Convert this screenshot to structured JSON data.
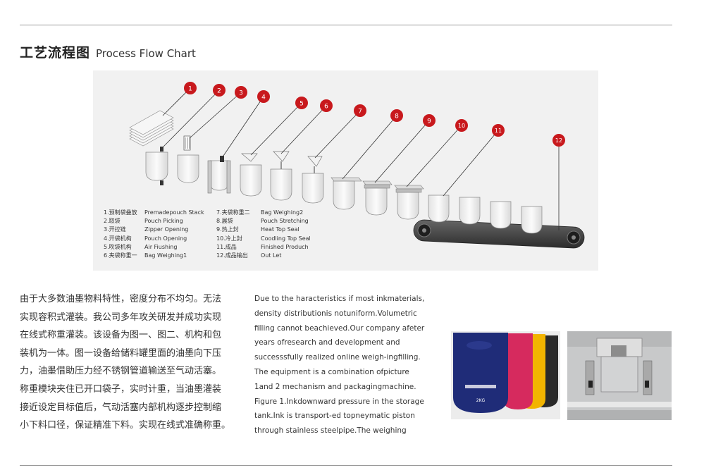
{
  "header": {
    "title_zh": "工艺流程图",
    "title_en": "Process Flow Chart"
  },
  "steps": [
    {
      "num": "1",
      "zh": "1.预制袋叠放",
      "en": "Premadepouch Stack"
    },
    {
      "num": "2",
      "zh": "2.取袋",
      "en": "Pouch Picking"
    },
    {
      "num": "3",
      "zh": "3.开拉链",
      "en": "Zipper Opening"
    },
    {
      "num": "4",
      "zh": "4.开袋机构",
      "en": "Pouch Opening"
    },
    {
      "num": "5",
      "zh": "5.吹袋机构",
      "en": "Air Fiushing"
    },
    {
      "num": "6",
      "zh": "6.夹袋称重一",
      "en": "Bag Weighing1"
    },
    {
      "num": "7",
      "zh": "7.夹袋称重二",
      "en": "Bag Weighing2"
    },
    {
      "num": "8",
      "zh": "8.展袋",
      "en": "Pouch Stretching"
    },
    {
      "num": "9",
      "zh": "9.热上封",
      "en": "Heat Top Seal"
    },
    {
      "num": "10",
      "zh": "10.冷上封",
      "en": "Coodling Top Seal"
    },
    {
      "num": "11",
      "zh": "11.成品",
      "en": "Finished Produch"
    },
    {
      "num": "12",
      "zh": "12.成品输出",
      "en": "Out Let"
    }
  ],
  "body": {
    "zh_lines": [
      "由于大多数油墨物料特性，密度分布不均匀。无法",
      "实现容积式灌装。我公司多年攻关研发并成功实现",
      "在线式称重灌装。该设备为图一、图二、机构和包",
      "装机为一体。图一设备给储料罐里面的油墨向下压",
      "力，油墨借助压力经不锈钢管道输送至气动活塞。",
      "称重模块夹住已开口袋子，实时计重，当油墨灌装",
      "接近设定目标值后，气动活塞内部机构逐步控制缩",
      "小下料口径，保证精准下料。实现在线式准确称重。"
    ],
    "en_lines": [
      "Due to the haracteristics if most inkmaterials,",
      "density distributionis notuniform.Volumetric",
      "filling cannot beachieved.Our company afeter",
      "years ofresearch and development and",
      "successsfully realized online weigh-ingfilling.",
      "The equipment is a combination ofpicture",
      "1and 2 mechanism and packagingmachine.",
      "Figure 1.Inkdownward pressure in the storage",
      "tank.Ink is transport-ed topneymatic piston",
      "through stainless steelpipe.The weighing"
    ]
  },
  "photo1": {
    "weight_label": "2KG",
    "pouch_colors": [
      "#1f2c78",
      "#d62a5e",
      "#f2b400",
      "#2a2a2a"
    ]
  },
  "colors": {
    "badge": "#c8191d",
    "rule": "#9a9a9a"
  }
}
